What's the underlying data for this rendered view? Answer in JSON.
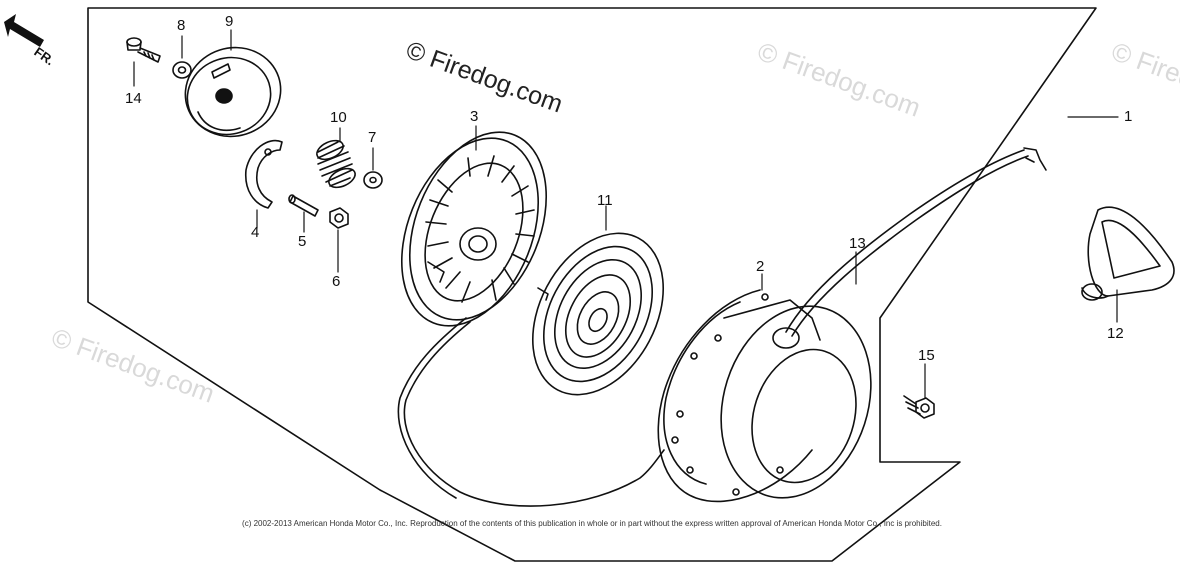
{
  "diagram": {
    "orientation_label": "FR.",
    "copyright": "(c) 2002-2013 American Honda Motor Co., Inc. Reproduction of the contents of this publication in whole or in part without the express written approval of American Honda Motor Co., Inc is prohibited.",
    "watermark_main": "© Firedog.com",
    "watermark_faint": "© Firedog.com",
    "parts": [
      {
        "ref": "1"
      },
      {
        "ref": "2"
      },
      {
        "ref": "3"
      },
      {
        "ref": "4"
      },
      {
        "ref": "5"
      },
      {
        "ref": "6"
      },
      {
        "ref": "7"
      },
      {
        "ref": "8"
      },
      {
        "ref": "9"
      },
      {
        "ref": "10"
      },
      {
        "ref": "11"
      },
      {
        "ref": "12"
      },
      {
        "ref": "13"
      },
      {
        "ref": "14"
      },
      {
        "ref": "15"
      }
    ],
    "colors": {
      "line": "#111111",
      "watermark": "#d9d9d9"
    }
  }
}
